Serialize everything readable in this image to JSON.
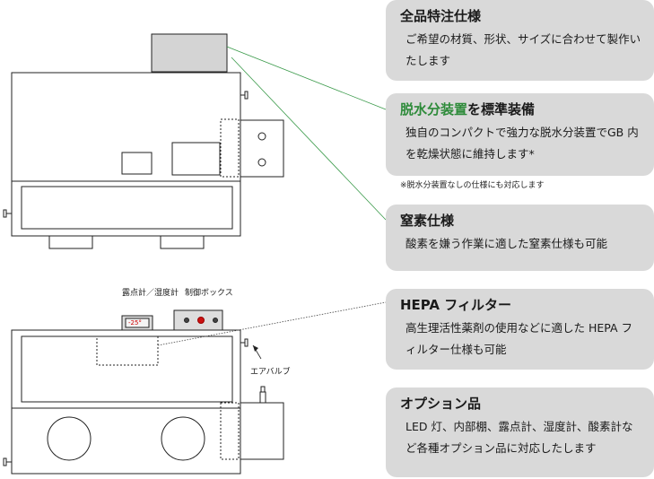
{
  "cards": [
    {
      "title": "全品特注仕様",
      "body": "ご希望の材質、形状、サイズに合わせて製作いたします"
    },
    {
      "title_green": "脱水分装置",
      "title_rest": "を標準装備",
      "body": "独自のコンパクトで強力な脱水分装置でGB 内を乾燥状態に維持します*"
    },
    {
      "title": "窒素仕様",
      "body": "酸素を嫌う作業に適した窒素仕様も可能"
    },
    {
      "title": "HEPA フィルター",
      "body": "高生理活性薬剤の使用などに適した HEPA フィルター仕様も可能"
    },
    {
      "title": "オプション品",
      "body": "LED 灯、内部棚、露点計、湿度計、酸素計など各種オプション品に対応したします"
    }
  ],
  "note": "※脱水分装置なしの仕様にも対応します",
  "labels": {
    "meter": "露点計／湿度計",
    "control_box": "制御ボックス",
    "air_valve": "エアバルブ",
    "display": "-25°"
  },
  "colors": {
    "card_bg": "#d9d9d9",
    "accent_green": "#2e8b3a",
    "leader_green": "#3a9a4a",
    "indicator_red": "#cc1111"
  }
}
